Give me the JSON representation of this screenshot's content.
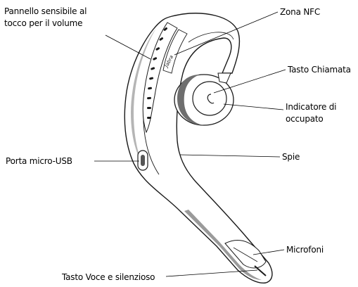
{
  "labels": {
    "volume_panel": "Pannello sensibile al tocco per il volume",
    "nfc_zone": "Zona NFC",
    "call_button": "Tasto Chiamata",
    "busy_indicator": "Indicatore di occupato",
    "micro_usb_port": "Porta micro-USB",
    "lights": "Spie",
    "microphones": "Microfoni",
    "voice_mute_button": "Tasto Voce e silenzioso"
  },
  "device": {
    "brand_text": "Jabra",
    "body_color": "#ffffff",
    "line_color": "#1a1a1a",
    "shadow_color": "#8a8a8a"
  }
}
